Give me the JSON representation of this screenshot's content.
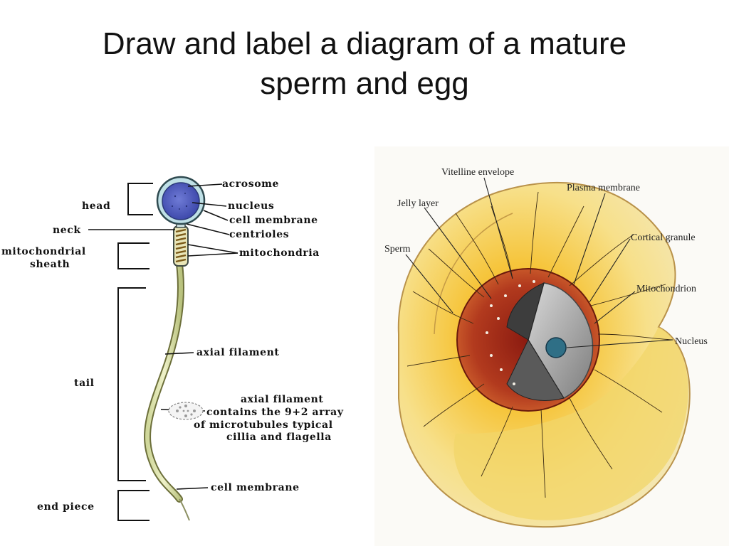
{
  "title": {
    "line1": "Draw and label a diagram of a mature",
    "line2": "sperm and egg"
  },
  "sperm": {
    "labels": {
      "acrosome": "acrosome",
      "head": "head",
      "nucleus": "nucleus",
      "cell_membrane_head": "cell membrane",
      "neck": "neck",
      "centrioles": "centrioles",
      "mito_sheath_1": "mitochondrial",
      "mito_sheath_2": "sheath",
      "mitochondria": "mitochondria",
      "axial_filament": "axial filament",
      "tail": "tail",
      "axial_note_1": "axial filament",
      "axial_note_2": "contains the 9+2 array",
      "axial_note_3": "of microtubules typical",
      "axial_note_4": "cillia and flagella",
      "cell_membrane_tail": "cell membrane",
      "end_piece": "end piece"
    }
  },
  "egg": {
    "labels": {
      "vitelline": "Vitelline envelope",
      "plasma": "Plasma membrane",
      "jelly": "Jelly layer",
      "cortical": "Cortical granule",
      "sperm": "Sperm",
      "mitochondrion": "Mitochondrion",
      "nucleus": "Nucleus"
    }
  }
}
